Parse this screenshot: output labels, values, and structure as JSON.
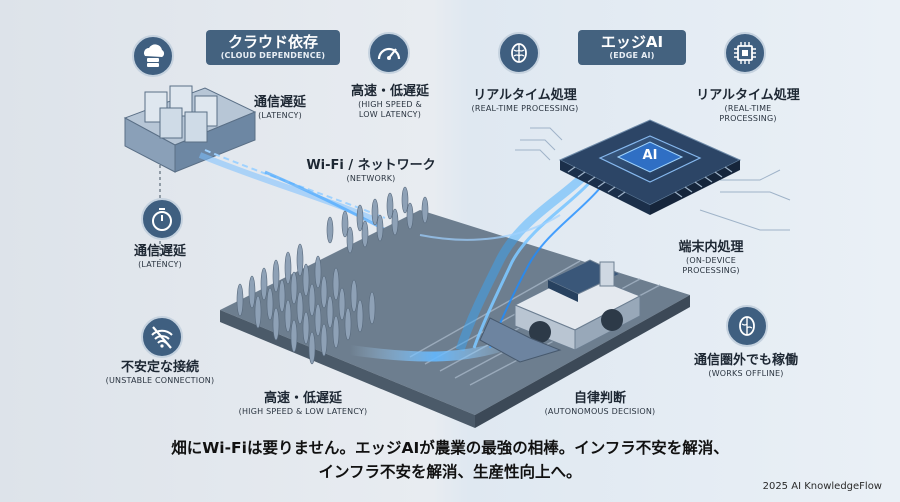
{
  "left_header": {
    "jp": "クラウド依存",
    "en": "(CLOUD DEPENDENCE)"
  },
  "right_header": {
    "jp": "エッジAI",
    "en": "(EDGE AI)"
  },
  "labels": {
    "cloud_latency": {
      "jp": "通信遅延",
      "en": "(LATENCY)"
    },
    "high_speed_top": {
      "jp": "高速・低遅延",
      "en1": "(HIGH SPEED &",
      "en2": "LOW LATENCY)"
    },
    "network": {
      "jp": "Wi-Fi / ネットワーク",
      "en": "(NETWORK)"
    },
    "latency_left": {
      "jp": "通信遅延",
      "en": "(LATENCY)"
    },
    "unstable": {
      "jp": "不安定な接続",
      "en": "(UNSTABLE CONNECTION)"
    },
    "high_speed_bottom": {
      "jp": "高速・低遅延",
      "en": "(HIGH SPEED & LOW LATENCY)"
    },
    "realtime_left": {
      "jp": "リアルタイム処理",
      "en": "(REAL-TIME PROCESSING)"
    },
    "realtime_right": {
      "jp": "リアルタイム処理",
      "en1": "(REAL-TIME",
      "en2": "PROCESSING)"
    },
    "on_device": {
      "jp": "端末内処理",
      "en1": "(ON-DEVICE",
      "en2": "PROCESSING)"
    },
    "autonomous": {
      "jp": "自律判断",
      "en": "(AUTONOMOUS DECISION)"
    },
    "offline": {
      "jp": "通信圏外でも稼働",
      "en": "(WORKS OFFLINE)"
    }
  },
  "chip_label": "AI",
  "caption_line1": "畑にWi-Fiは要りません。エッジAIが農業の最強の相棒。インフラ不安を解消、",
  "caption_line2": "インフラ不安を解消、生産性向上へ。",
  "credit": "2025 AI KnowledgeFlow",
  "icons": [
    "cloud-database-icon",
    "gauge-icon",
    "brain-icon",
    "cpu-chip-icon",
    "stopwatch-icon",
    "wifi-off-icon",
    "brain-offline-icon"
  ],
  "colors": {
    "badge": "#44627f",
    "icon_bg": "#3f5f80",
    "beam": "#35a8ff"
  }
}
